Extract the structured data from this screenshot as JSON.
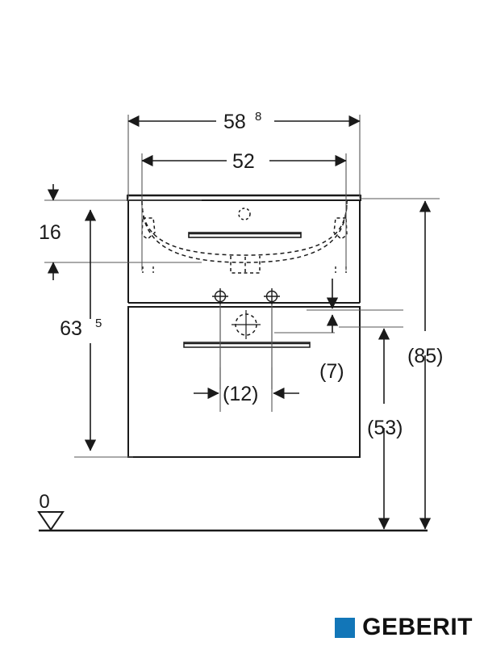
{
  "document": {
    "type": "technical-dimension-drawing",
    "subject": "Wall-hung washbasin with vanity cabinet - front elevation"
  },
  "dimensions": {
    "overall_width": {
      "value": "58",
      "superscript": "8",
      "name": "overall-width"
    },
    "cabinet_width": {
      "value": "52",
      "superscript": "",
      "name": "cabinet-width"
    },
    "basin_height": {
      "value": "16",
      "superscript": "",
      "name": "basin-height"
    },
    "mounting_height": {
      "value": "63",
      "superscript": "5",
      "name": "mounting-height"
    },
    "handle_offset": {
      "value": "(7)",
      "superscript": "",
      "name": "handle-offset"
    },
    "tap_spacing": {
      "value": "(12)",
      "superscript": "",
      "name": "tap-spacing"
    },
    "cabinet_clearance": {
      "value": "(53)",
      "superscript": "",
      "name": "cabinet-clearance"
    },
    "total_height": {
      "value": "(85)",
      "superscript": "",
      "name": "total-height"
    }
  },
  "datum": {
    "label": "0",
    "name": "floor-datum-marker"
  },
  "brand": {
    "name": "GEBERIT",
    "mark_color": "#1276B8",
    "text_color": "#111111"
  },
  "colors": {
    "line": "#1a1a1a",
    "thin_line": "#555555",
    "background": "#ffffff"
  }
}
